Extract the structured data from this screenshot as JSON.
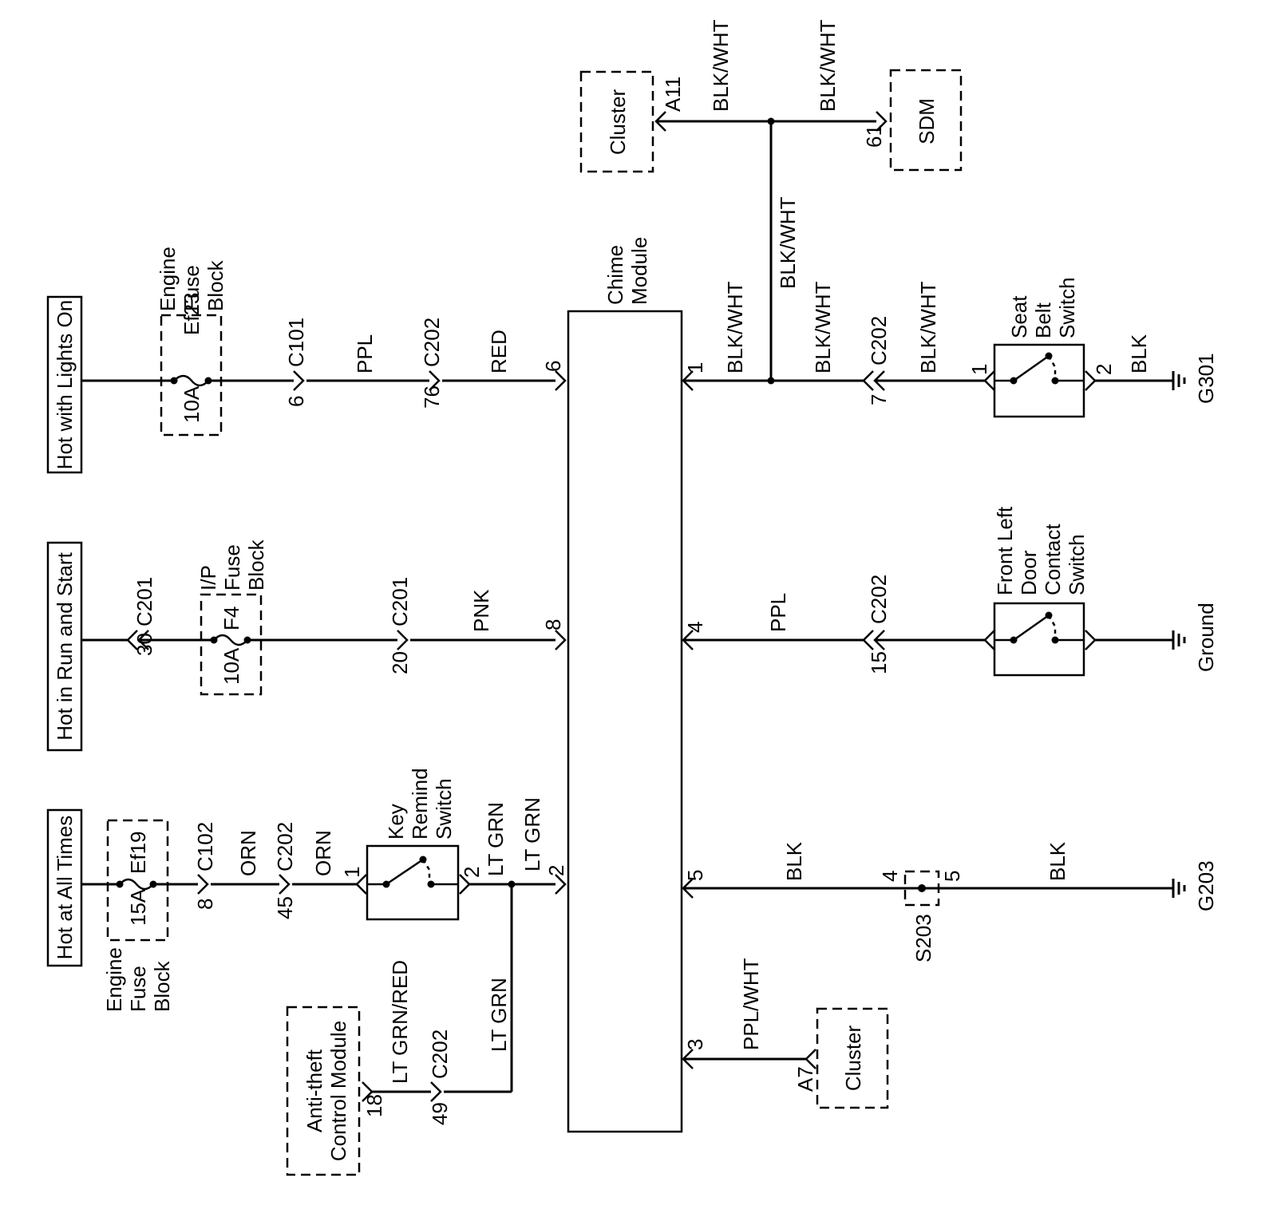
{
  "sources": {
    "lights": "Hot with Lights On",
    "run_start": "Hot in Run and Start",
    "all_times": "Hot at All Times"
  },
  "fuses": {
    "ef23": {
      "name": "Ef23",
      "rating": "10A",
      "block": [
        "Engine",
        "Fuse",
        "Block"
      ]
    },
    "f4": {
      "name": "F4",
      "rating": "10A",
      "block": [
        "I/P",
        "Fuse",
        "Block"
      ]
    },
    "ef19": {
      "name": "Ef19",
      "rating": "15A",
      "block": [
        "Engine",
        "Fuse",
        "Block"
      ]
    }
  },
  "connectors": {
    "c101": "C101",
    "c102": "C102",
    "c201": "C201",
    "c202": "C202",
    "c201b": "C201",
    "c201c": "C201"
  },
  "pins": {
    "p6": "6",
    "p76": "76",
    "p6b": "6",
    "p30": "30",
    "p20": "20",
    "p8": "8",
    "p8b": "8",
    "p45": "45",
    "p1ks": "1",
    "p2ks": "2",
    "p2cm": "2",
    "p18": "18",
    "p49": "49",
    "p1cm": "1",
    "p4cm": "4",
    "p5cm": "5",
    "p3cm": "3",
    "p7": "7",
    "p15": "15",
    "p1sb": "1",
    "p2sb": "2",
    "pA11": "A11",
    "p61": "61",
    "pA7": "A7",
    "p4s": "4",
    "p5s": "5"
  },
  "wires": {
    "ppl": "PPL",
    "red": "RED",
    "pnk": "PNK",
    "orn": "ORN",
    "orn2": "ORN",
    "ltgrn_a": "LT GRN",
    "ltgrn_b": "LT GRN",
    "ltgrn_c": "LT GRN",
    "ltgrn_red": "LT GRN/RED",
    "blkwht_1": "BLK/WHT",
    "blkwht_2": "BLK/WHT",
    "blkwht_3": "BLK/WHT",
    "blkwht_4": "BLK/WHT",
    "blkwht_5": "BLK/WHT",
    "blkwht_6": "BLK/WHT",
    "blk_sb": "BLK",
    "ppl_door": "PPL",
    "blk_a": "BLK",
    "blk_b": "BLK",
    "pplwht": "PPL/WHT"
  },
  "components": {
    "chime": [
      "Chime",
      "Module"
    ],
    "key": [
      "Key",
      "Remind",
      "Switch"
    ],
    "antitheft": [
      "Anti-theft",
      "Control Module"
    ],
    "seatbelt": [
      "Seat",
      "Belt",
      "Switch"
    ],
    "door": [
      "Front Left",
      "Door",
      "Contact",
      "Switch"
    ],
    "cluster_top": "Cluster",
    "sdm": "SDM",
    "cluster_bottom": "Cluster",
    "splice": "S203"
  },
  "grounds": {
    "g301": "G301",
    "ground": "Ground",
    "g203": "G203"
  }
}
